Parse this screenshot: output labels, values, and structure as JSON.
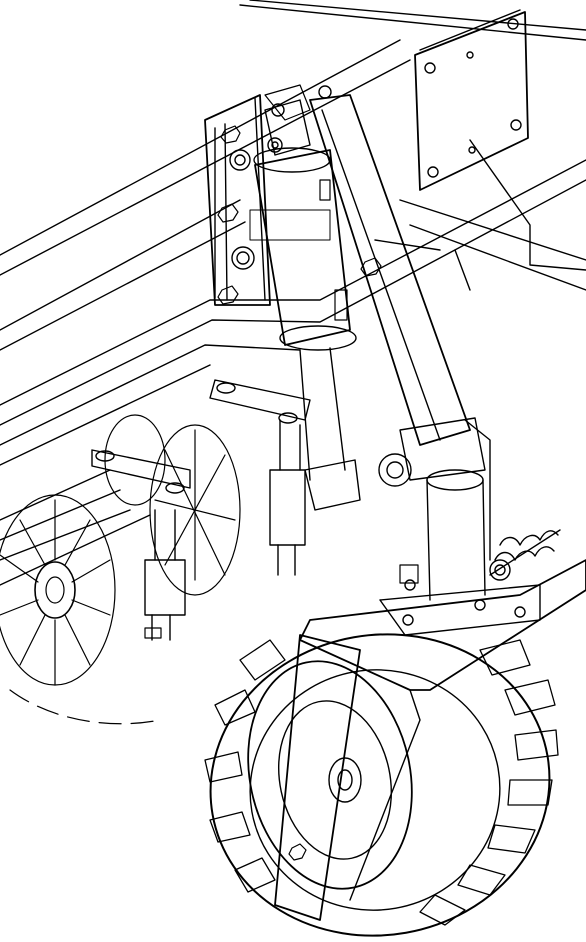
{
  "drawing": {
    "ink_color": "#000000",
    "paper_color": "#ffffff",
    "subject": "line-art",
    "components": [
      "frame-beam",
      "mounting-plate",
      "hydraulic-cylinder",
      "support-arm",
      "disc-blades",
      "spring-tensioner",
      "gauge-wheel",
      "wheel-fork",
      "tire",
      "wheel-hub"
    ]
  }
}
